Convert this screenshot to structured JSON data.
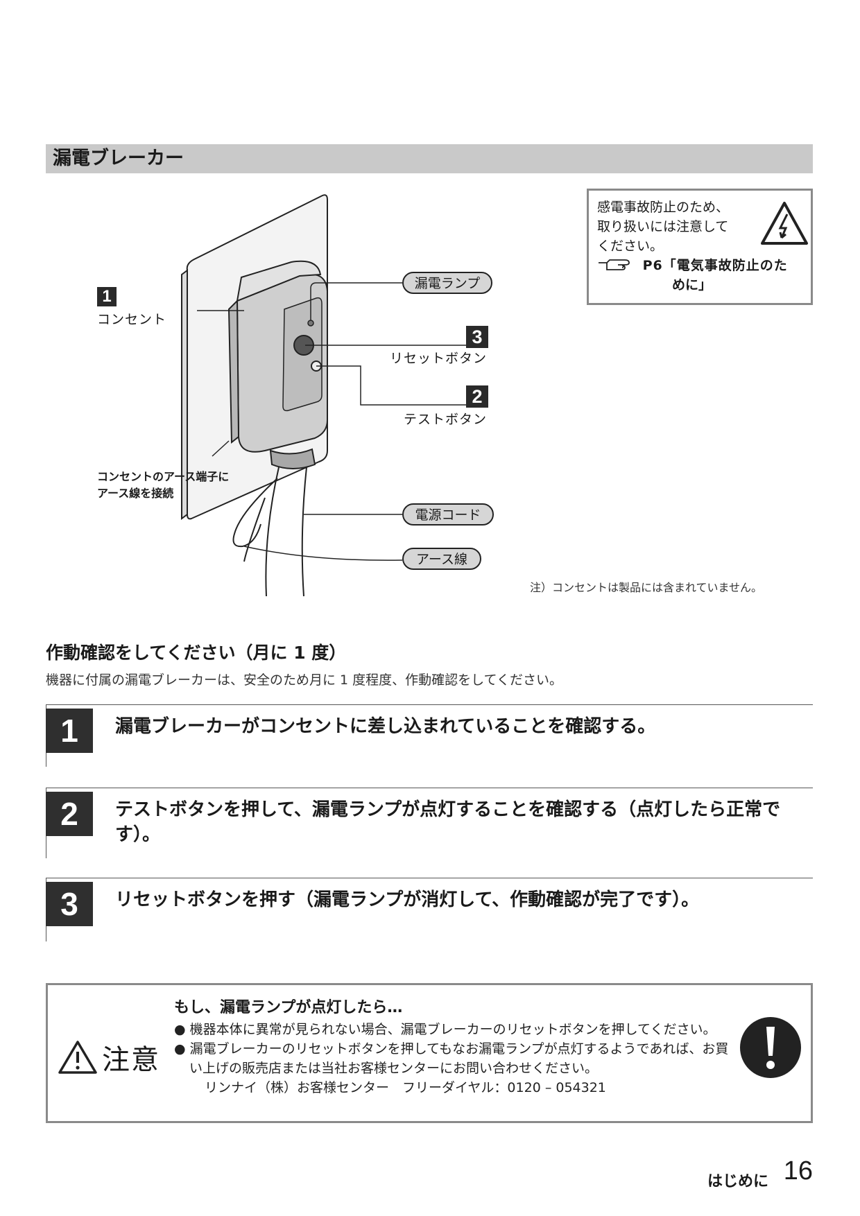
{
  "section_title": "漏電ブレーカー",
  "warning_box": {
    "line1": "感電事故防止のため、",
    "line2": "取り扱いには注意して",
    "line3": "ください。",
    "ref_page": "P6「電気事故防止のた",
    "ref_page_cont": "めに」"
  },
  "figure": {
    "outlet_number": "1",
    "outlet_label": "コンセント",
    "leak_lamp": "漏電ランプ",
    "reset_number": "3",
    "reset_label": "リセットボタン",
    "test_number": "2",
    "test_label": "テストボタン",
    "earth_note_line1": "コンセントのアース端子に",
    "earth_note_line2": "アース線を接続",
    "power_cord": "電源コード",
    "earth_wire": "アース線",
    "note": "注）コンセントは製品には含まれていません。"
  },
  "operation": {
    "heading": "作動確認をしてください（月に 1 度）",
    "intro": "機器に付属の漏電ブレーカーは、安全のため月に 1 度程度、作動確認をしてください。",
    "steps": [
      {
        "num": "1",
        "text": "漏電ブレーカーがコンセントに差し込まれていることを確認する。"
      },
      {
        "num": "2",
        "text": "テストボタンを押して、漏電ランプが点灯することを確認する（点灯したら正常です）。"
      },
      {
        "num": "3",
        "text": "リセットボタンを押す（漏電ランプが消灯して、作動確認が完了です）。"
      }
    ]
  },
  "caution": {
    "title": "注意",
    "heading": "もし、漏電ランプが点灯したら…",
    "item1": "● 機器本体に異常が見られない場合、漏電ブレーカーのリセットボタンを押してください。",
    "item2": "● 漏電ブレーカーのリセットボタンを押してもなお漏電ランプが点灯するようであれば、お買い上げの販売店または当社お客様センターにお問い合わせください。",
    "contact": "リンナイ（株）お客様センター　フリーダイヤル：0120 – 054321"
  },
  "footer": {
    "section": "はじめに",
    "page": "16"
  }
}
